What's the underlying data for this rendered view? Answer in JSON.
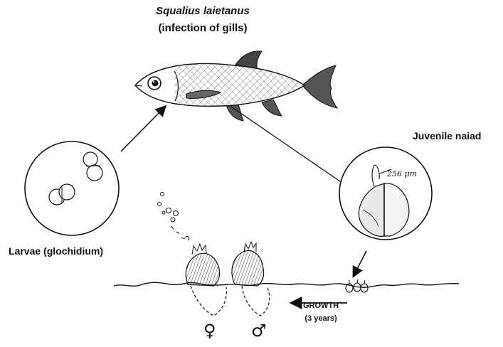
{
  "fish": {
    "species": "Squalius laietanus",
    "note": "(infection of gills)"
  },
  "juvenile": {
    "label": "Juvenile naiad",
    "scale": "256 μm"
  },
  "larvae": {
    "label": "Larvae (glochidium)"
  },
  "growth": {
    "label": "GROWTH",
    "duration": "(3 years)"
  },
  "symbols": {
    "female": "♀",
    "male": "♂"
  },
  "colors": {
    "ink": "#111111",
    "background": "#ffffff"
  }
}
